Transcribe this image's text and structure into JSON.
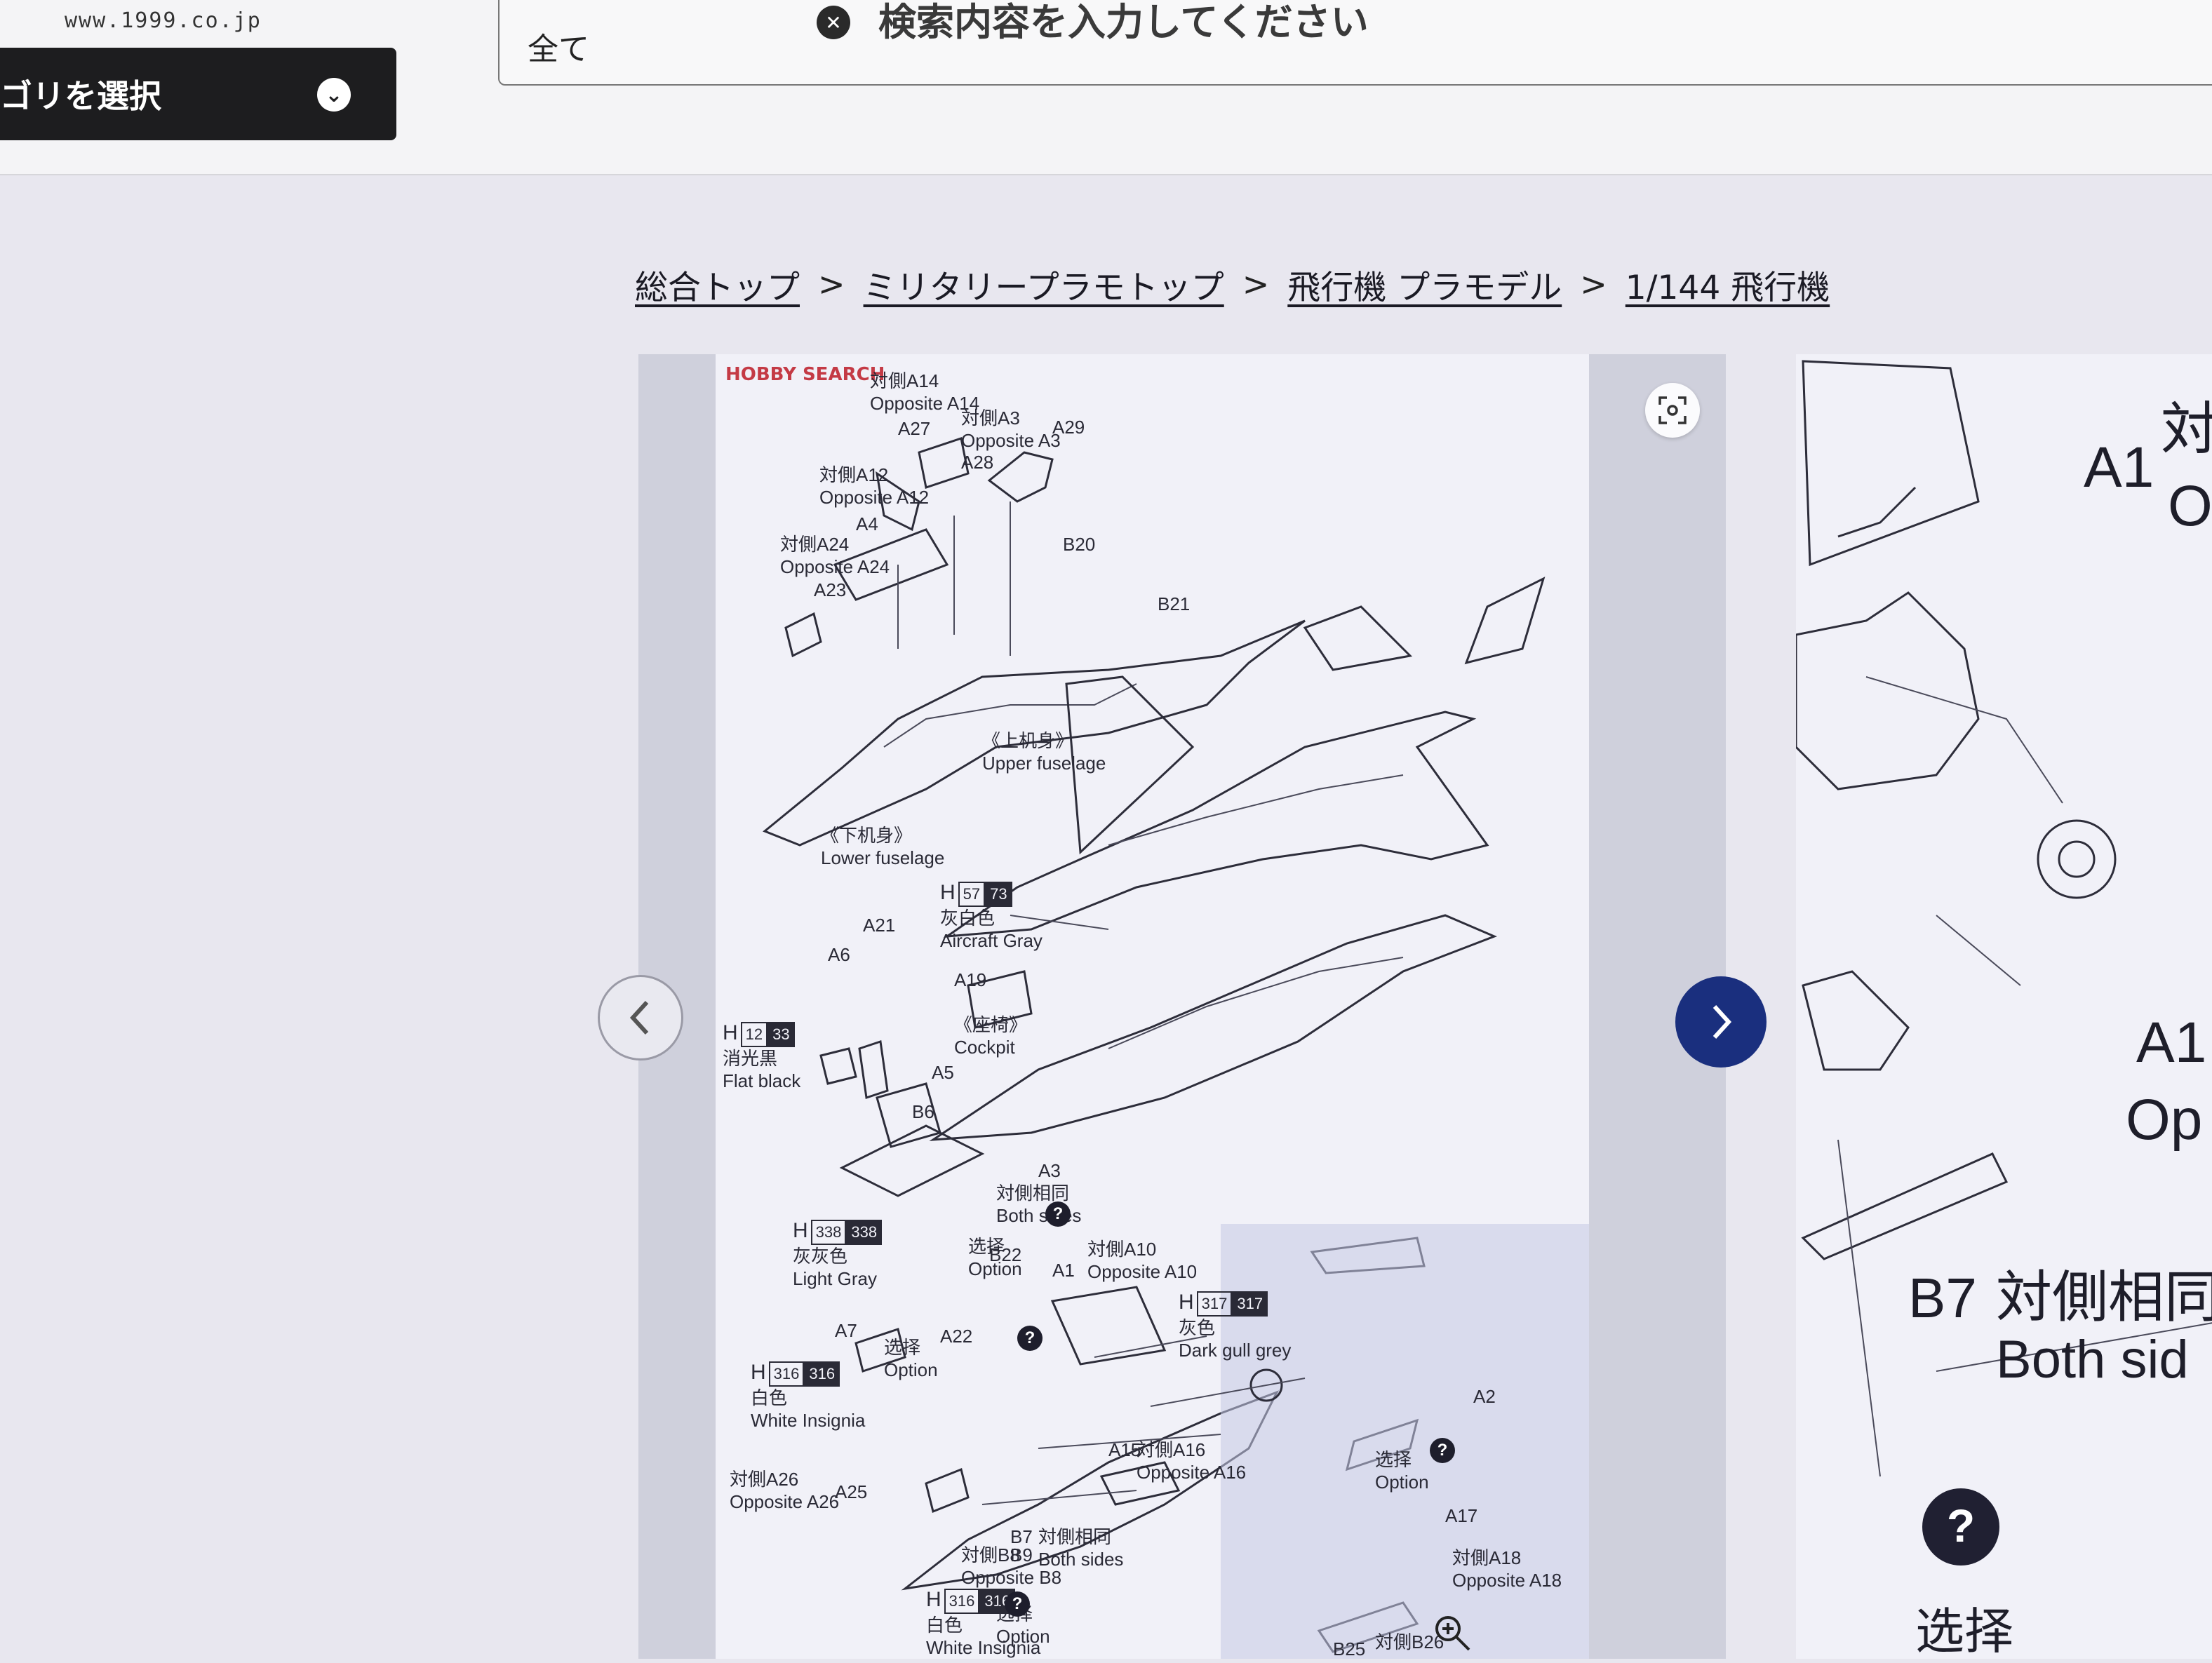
{
  "header": {
    "site_url": "www.1999.co.jp",
    "category_select_label": "ゴリを選択",
    "search": {
      "scope": "全て",
      "placeholder": "検索内容を入力してください"
    }
  },
  "breadcrumb": [
    {
      "label": "総合トップ"
    },
    {
      "label": "ミリタリープラモトップ"
    },
    {
      "label": "飛行機 プラモデル"
    },
    {
      "label": "1/144 飛行機"
    }
  ],
  "breadcrumb_separator": ">",
  "icons": {
    "category_chevron": "chevron-down-icon",
    "search_clear": "close-circle-icon",
    "fullscreen": "fullscreen-icon",
    "prev": "chevron-left-icon",
    "next": "chevron-right-icon",
    "zoom": "zoom-in-icon",
    "option": "question-circle-icon"
  },
  "colors": {
    "brand_red": "#c43a45",
    "next_button": "#1a2f7e",
    "dark_select": "#1d1d1f"
  },
  "instruction_image": {
    "brand": "HOBBY SEARCH",
    "labels": [
      {
        "id": "opp-a14",
        "jp": "対側A14",
        "en": "Opposite A14"
      },
      {
        "id": "a27",
        "text": "A27"
      },
      {
        "id": "opp-a3",
        "jp": "対側A3",
        "en": "Opposite A3"
      },
      {
        "id": "a28",
        "text": "A28"
      },
      {
        "id": "a29",
        "text": "A29"
      },
      {
        "id": "opp-a12",
        "jp": "対側A12",
        "en": "Opposite A12"
      },
      {
        "id": "a4",
        "text": "A4"
      },
      {
        "id": "opp-a24",
        "jp": "対側A24",
        "en": "Opposite A24"
      },
      {
        "id": "a23",
        "text": "A23"
      },
      {
        "id": "b20",
        "text": "B20"
      },
      {
        "id": "b21",
        "text": "B21"
      },
      {
        "id": "upper-fuselage",
        "jp": "《上机身》",
        "en": "Upper fuselage"
      },
      {
        "id": "lower-fuselage",
        "jp": "《下机身》",
        "en": "Lower fuselage"
      },
      {
        "id": "paint-h57",
        "code": "H",
        "chips": [
          "57",
          "73"
        ],
        "jp": "灰白色",
        "en": "Aircraft Gray"
      },
      {
        "id": "a21",
        "text": "A21"
      },
      {
        "id": "a6",
        "text": "A6"
      },
      {
        "id": "a19",
        "text": "A19"
      },
      {
        "id": "paint-h12",
        "code": "H",
        "chips": [
          "12",
          "33"
        ],
        "jp": "消光黒",
        "en": "Flat black"
      },
      {
        "id": "cockpit",
        "jp": "《座椅》",
        "en": "Cockpit"
      },
      {
        "id": "a5",
        "text": "A5"
      },
      {
        "id": "b6",
        "text": "B6"
      },
      {
        "id": "a3",
        "text": "A3"
      },
      {
        "id": "both-sides",
        "jp": "対側相同",
        "en": "Both sides"
      },
      {
        "id": "paint-h338",
        "code": "H",
        "chips": [
          "338",
          "338"
        ],
        "jp": "灰灰色",
        "en": "Light Gray"
      },
      {
        "id": "option-1",
        "jp": "选择",
        "en": "Option"
      },
      {
        "id": "b22",
        "text": "B22"
      },
      {
        "id": "a1",
        "text": "A1"
      },
      {
        "id": "opp-a10",
        "jp": "対側A10",
        "en": "Opposite A10"
      },
      {
        "id": "paint-h317",
        "code": "H",
        "chips": [
          "317",
          "317"
        ],
        "jp": "灰色",
        "en": "Dark gull grey"
      },
      {
        "id": "a7",
        "text": "A7"
      },
      {
        "id": "a22",
        "text": "A22"
      },
      {
        "id": "option-2",
        "jp": "选择",
        "en": "Option"
      },
      {
        "id": "paint-h316",
        "code": "H",
        "chips": [
          "316",
          "316"
        ],
        "jp": "白色",
        "en": "White Insignia"
      },
      {
        "id": "a2",
        "text": "A2"
      },
      {
        "id": "a15",
        "text": "A15"
      },
      {
        "id": "opp-a16",
        "jp": "対側A16",
        "en": "Opposite A16"
      },
      {
        "id": "option-3",
        "jp": "选择",
        "en": "Option"
      },
      {
        "id": "opp-a26",
        "jp": "対側A26",
        "en": "Opposite A26"
      },
      {
        "id": "a25",
        "text": "A25"
      },
      {
        "id": "b7",
        "text": "B7"
      },
      {
        "id": "both-sides-2",
        "jp": "対側相同",
        "en": "Both sides"
      },
      {
        "id": "a17",
        "text": "A17"
      },
      {
        "id": "opp-b8",
        "jp": "対側B8",
        "en": "Opposite B8"
      },
      {
        "id": "b9",
        "text": "B9"
      },
      {
        "id": "opp-a18",
        "jp": "対側A18",
        "en": "Opposite A18"
      },
      {
        "id": "paint-h316-b",
        "code": "H",
        "chips": [
          "316",
          "316"
        ],
        "jp": "白色",
        "en": "White Insignia"
      },
      {
        "id": "option-4",
        "jp": "选择",
        "en": "Option"
      },
      {
        "id": "b25",
        "text": "B25"
      },
      {
        "id": "opp-b26",
        "jp": "対側B26",
        "en": ""
      }
    ]
  },
  "next_image": {
    "labels": [
      {
        "id": "a1-top",
        "text": "A1"
      },
      {
        "id": "o-top",
        "text": "O"
      },
      {
        "id": "tai-top",
        "text": "対"
      },
      {
        "id": "a1-mid",
        "text": "A1"
      },
      {
        "id": "opp-mid",
        "text": "Op"
      },
      {
        "id": "b7",
        "text": "B7"
      },
      {
        "id": "both-jp",
        "text": "対側相同"
      },
      {
        "id": "both-en",
        "text": "Both sid"
      },
      {
        "id": "option-jp",
        "text": "选择"
      }
    ]
  }
}
